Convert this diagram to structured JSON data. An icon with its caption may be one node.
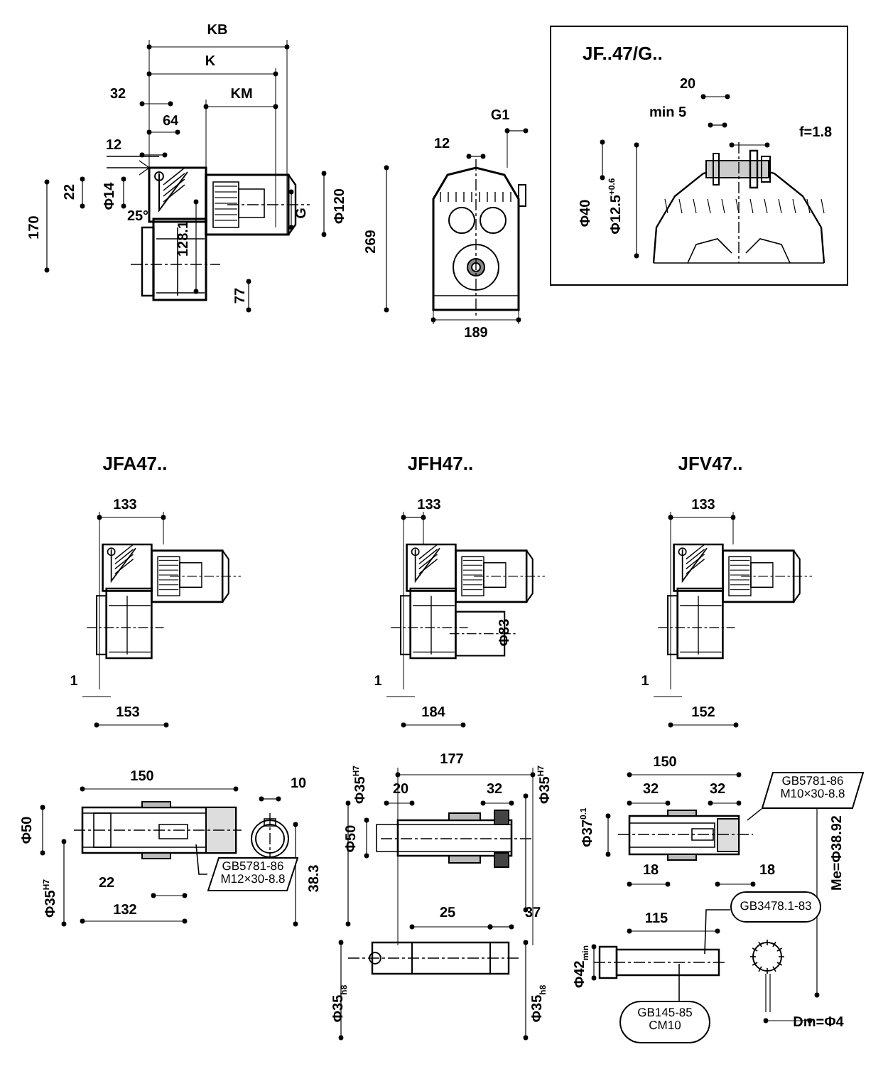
{
  "diagram": {
    "nodes": [
      {
        "text": [
          "JF..47/G.."
        ]
      },
      {
        "text": [
          "GB5781-86",
          "M12×30-8.8"
        ]
      },
      {
        "text": [
          "GB5781-86",
          "M10×30-8.8"
        ]
      },
      {
        "text": [
          "GB3478.1-83"
        ]
      },
      {
        "text": [
          "GB145-85",
          "CM10"
        ]
      }
    ],
    "edges": [
      {
        "from": 1,
        "to": null,
        "arrow": "none"
      },
      {
        "from": 2,
        "to": null,
        "arrow": "none"
      },
      {
        "from": 3,
        "to": null,
        "arrow": "none"
      },
      {
        "from": 4,
        "to": null,
        "arrow": "none"
      }
    ],
    "labels": [
      "KB",
      "K",
      "32",
      "KM",
      "64",
      "12",
      "25°",
      "170",
      "22",
      "Φ14",
      "G",
      "Φ120",
      "128.1",
      "77",
      "12",
      "G1",
      "269",
      "189",
      "20",
      "min 5",
      "f=1.8",
      "Φ40",
      "Φ12.5$^{+0.6}$",
      "JFA47..",
      "JFH47..",
      "JFV47..",
      "133",
      "133",
      "133",
      "Φ83",
      "1",
      "1",
      "1",
      "153",
      "184",
      "152",
      "150",
      "10",
      "Φ50",
      "Φ35$^{H7}$",
      "22",
      "132",
      "38.3",
      "177",
      "Φ35$^{H7}$",
      "20",
      "32",
      "Φ35$^{H7}$",
      "Φ50",
      "25",
      "37",
      "Φ35$_{h8}$",
      "Φ35$_{h8}$",
      "150",
      "32",
      "32",
      "Φ37$^{0.1}$",
      "18",
      "18",
      "115",
      "Φ42$_{min}$",
      "Me=Φ38.92",
      "Dm=Φ4"
    ]
  }
}
